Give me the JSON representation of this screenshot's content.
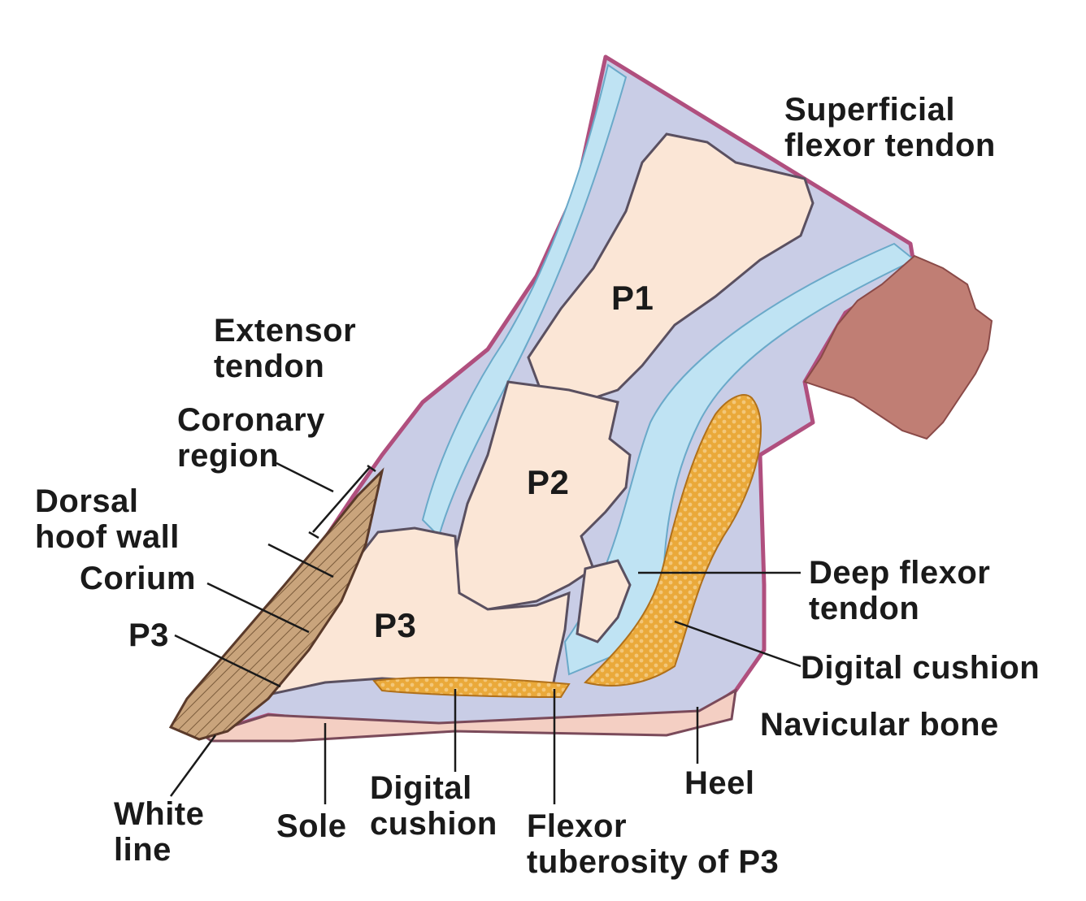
{
  "diagram": {
    "bones": {
      "p1": "P1",
      "p2": "P2",
      "p3": "P3"
    },
    "labels": {
      "superficial_flexor_tendon": "Superficial\nflexor tendon",
      "extensor_tendon": "Extensor\ntendon",
      "coronary_region": "Coronary\nregion",
      "dorsal_hoof_wall": "Dorsal\nhoof wall",
      "corium": "Corium",
      "p3_pointer": "P3",
      "deep_flexor_tendon": "Deep flexor\ntendon",
      "digital_cushion_right": "Digital cushion",
      "navicular_bone": "Navicular bone",
      "heel": "Heel",
      "white_line": "White\nline",
      "sole": "Sole",
      "digital_cushion_bottom": "Digital\ncushion",
      "flexor_tuberosity": "Flexor\ntuberosity of P3"
    },
    "colors": {
      "bone": "#fbe6d6",
      "bone_outline": "#5a5060",
      "soft_tissue": "#c9cde6",
      "tendon": "#bfe3f3",
      "skin": "#b04f7e",
      "hoof_wall": "#c8a47e",
      "digital_cushion": "#e8a83a",
      "sole": "#f4cfc3",
      "cut_tissue": "#c07e74"
    }
  }
}
